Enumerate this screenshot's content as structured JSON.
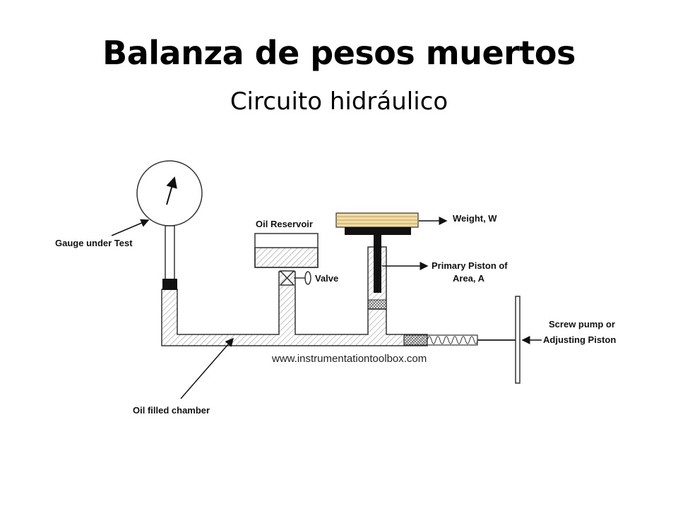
{
  "slide": {
    "title": "Balanza de pesos muertos",
    "subtitle": "Circuito hidráulico"
  },
  "diagram": {
    "labels": {
      "gauge": "Gauge under Test",
      "reservoir": "Oil Reservoir",
      "valve": "Valve",
      "weight": "Weight, W",
      "piston_line1": "Primary Piston of",
      "piston_line2": "Area, A",
      "pump_line1": "Screw pump or",
      "pump_line2": "Adjusting Piston",
      "chamber": "Oil filled chamber",
      "website": "www.instrumentationtoolbox.com"
    },
    "colors": {
      "stroke": "#333333",
      "wood": "#f3dca0",
      "hatch": "#8a8a8a"
    }
  }
}
